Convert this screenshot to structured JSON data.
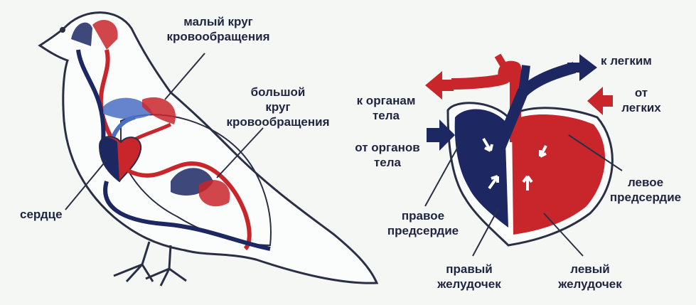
{
  "labels": {
    "small_circle_1": "малый круг",
    "small_circle_2": "кровообращения",
    "big_circle_1": "большой",
    "big_circle_2": "круг",
    "big_circle_3": "кровообращения",
    "heart": "сердце",
    "to_lungs": "к легким",
    "from_lungs_1": "от",
    "from_lungs_2": "легких",
    "to_organs_1": "к органам",
    "to_organs_2": "тела",
    "from_organs_1": "от органов",
    "from_organs_2": "тела",
    "left_atrium_1": "левое",
    "left_atrium_2": "предсердие",
    "right_atrium_1": "правое",
    "right_atrium_2": "предсердие",
    "right_ventricle_1": "правый",
    "right_ventricle_2": "желудочек",
    "left_ventricle_1": "левый",
    "left_ventricle_2": "желудочек"
  },
  "colors": {
    "arterial": "#c8262b",
    "venous": "#1d2863",
    "pulmonary_venous": "#4a6fc4",
    "outline": "#2a2f45",
    "label": "#1f2540"
  }
}
